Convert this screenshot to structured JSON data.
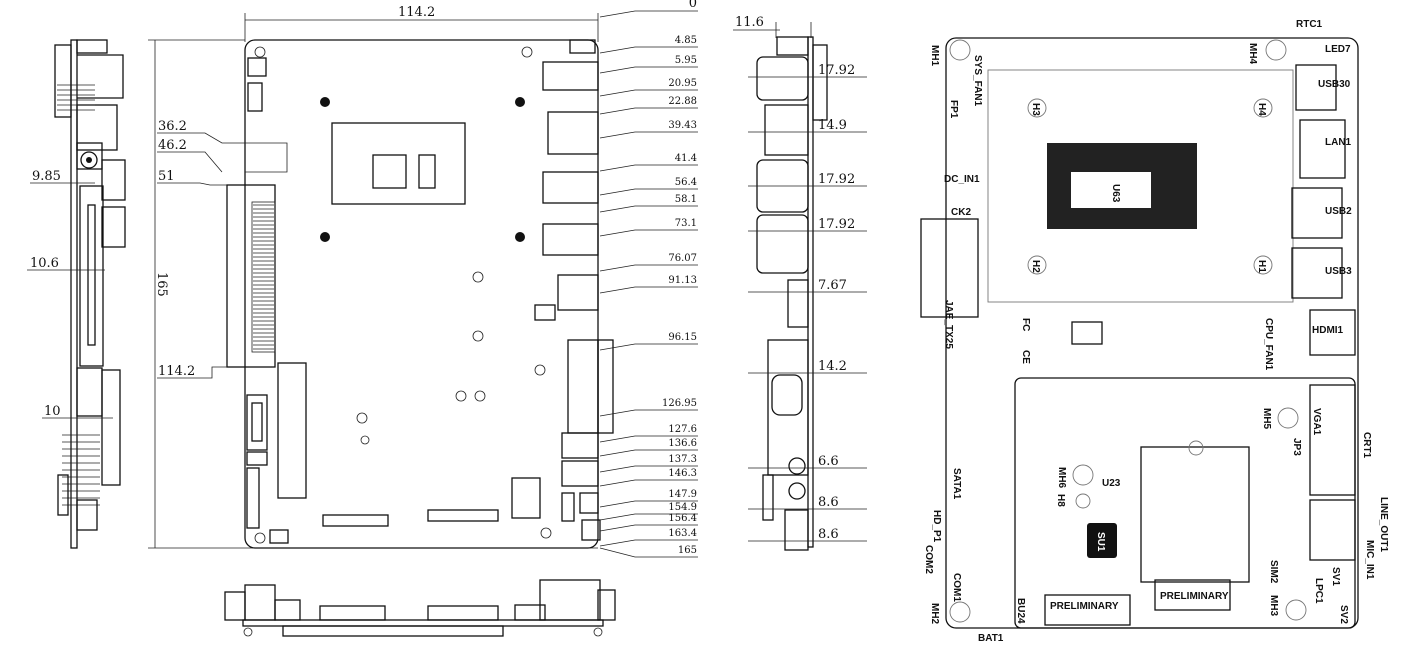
{
  "top_view": {
    "width_dim": "114.2",
    "height_dim": "165",
    "left_dims": [
      "36.2",
      "46.2",
      "51",
      "114.2"
    ],
    "right_dims": [
      "0",
      "4.85",
      "5.95",
      "20.95",
      "22.88",
      "39.43",
      "41.4",
      "56.4",
      "58.1",
      "73.1",
      "76.07",
      "91.13",
      "96.15",
      "126.95",
      "127.6",
      "136.6",
      "137.3",
      "146.3",
      "147.9",
      "154.9",
      "156.4",
      "163.4",
      "165"
    ]
  },
  "left_side_view": {
    "dims": [
      "9.85",
      "10.6",
      "10"
    ]
  },
  "right_side_view": {
    "top_dim": "11.6",
    "dims": [
      "17.92",
      "14.9",
      "17.92",
      "17.92",
      "7.67",
      "14.2",
      "6.6",
      "8.6",
      "8.6"
    ]
  },
  "component_layout": {
    "labels": {
      "rtc": "RTC1",
      "led": "LED7",
      "mh1": "MH1",
      "mh2": "MH2",
      "mh3": "MH3",
      "mh4": "MH4",
      "mh5": "MH5",
      "mh6": "MH6",
      "sys_fan": "SYS_FAN1",
      "fp": "FP1",
      "usb30": "USB30",
      "lan": "LAN1",
      "usb2": "USB2",
      "usb3": "USB3",
      "hdmi": "HDMI1",
      "u63": "U63",
      "dc_in": "DC_IN1",
      "ck2": "CK2",
      "h1": "H1",
      "h2": "H2",
      "h3": "H3",
      "h4": "H4",
      "h8": "H8",
      "jae": "JAE_TX25",
      "cpu_fan": "CPU_FAN1",
      "vga": "VGA1",
      "jp3": "JP3",
      "crt": "CRT1",
      "u23": "U23",
      "sata": "SATA1",
      "hd_p": "HD_P1",
      "com2": "COM2",
      "com1": "COM1",
      "su1": "SU1",
      "line_out": "LINE_OUT1",
      "mic_in": "MIC_IN1",
      "sv1": "SV1",
      "sv2": "SV2",
      "lpc": "LPC1",
      "sim": "SIM2",
      "bat": "BAT1",
      "bu": "BU24",
      "prelim1": "PRELIMINARY",
      "prelim2": "PRELIMINARY",
      "fc": "FC",
      "ce": "CE"
    }
  }
}
